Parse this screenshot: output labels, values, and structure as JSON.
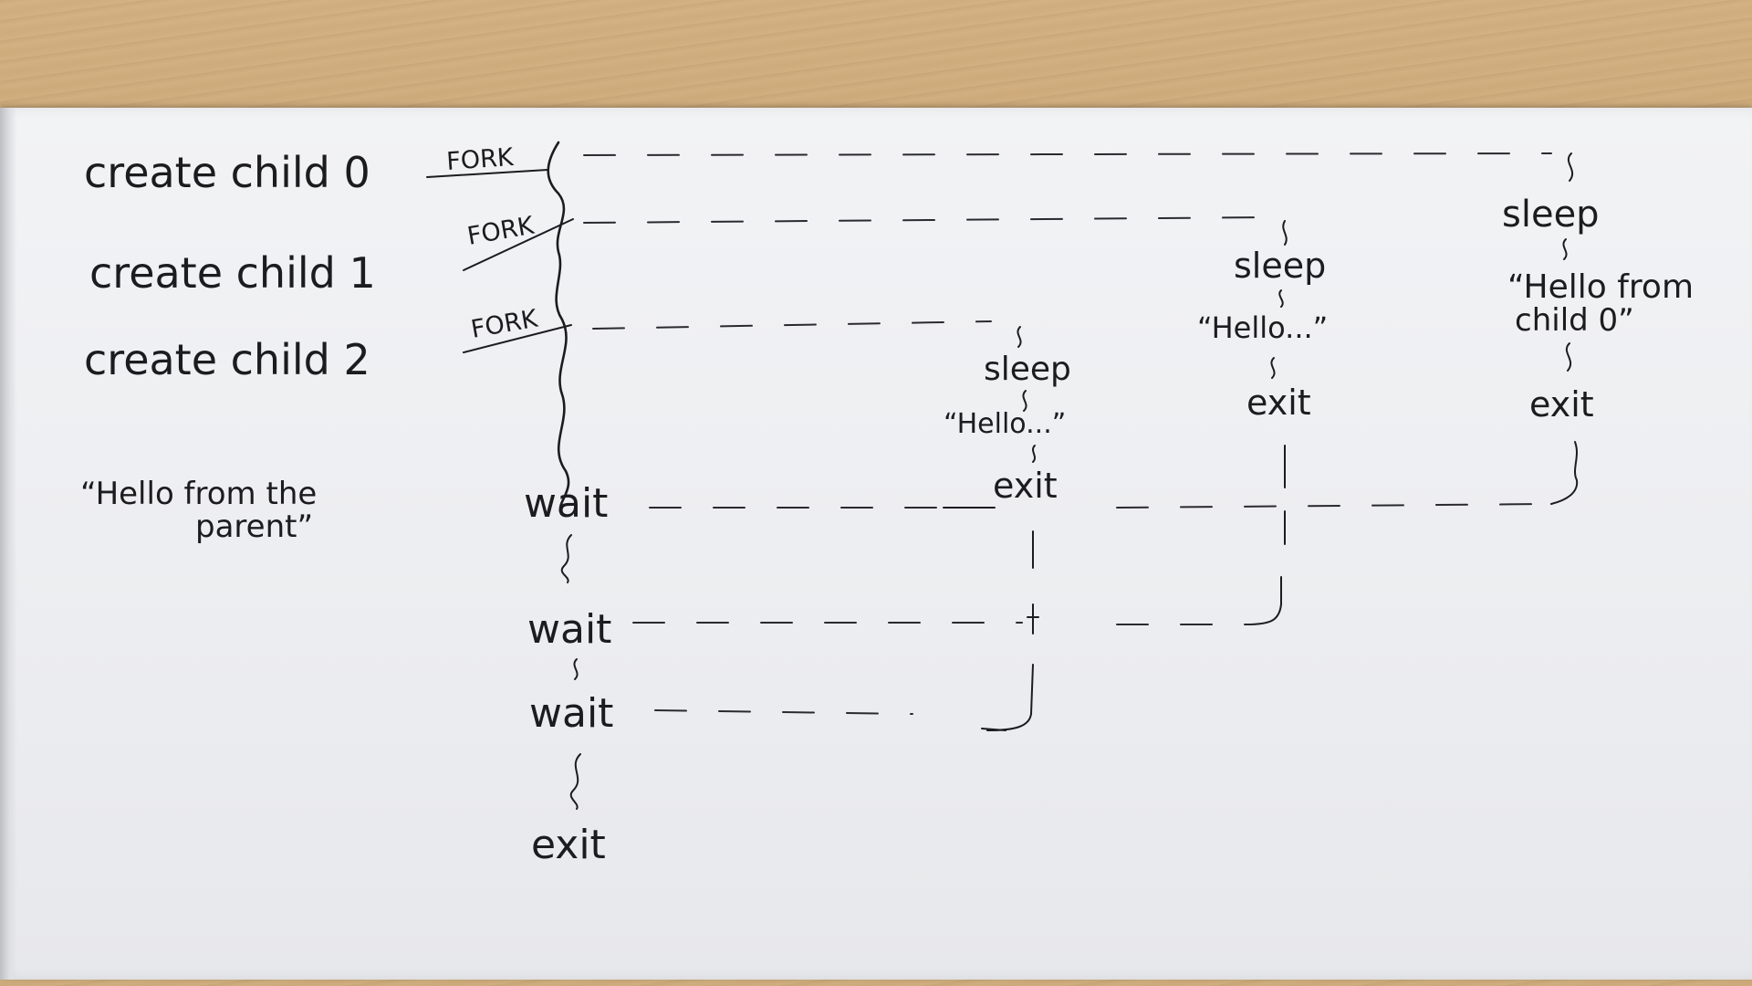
{
  "parent": {
    "steps": [
      {
        "label": "create child 0",
        "fork": "FORK"
      },
      {
        "label": "create child 1",
        "fork": "FORK"
      },
      {
        "label": "create child 2",
        "fork": "FORK"
      }
    ],
    "message_line1": "“Hello from the",
    "message_line2": "parent”",
    "waits": [
      "wait",
      "wait",
      "wait"
    ],
    "exit": "exit"
  },
  "children": [
    {
      "sleep": "sleep",
      "message": "“Hello...”",
      "exit": "exit"
    },
    {
      "sleep": "sleep",
      "message": "“Hello...”",
      "exit": "exit"
    },
    {
      "sleep": "sleep",
      "message_line1": "“Hello from",
      "message_line2": "child 0”",
      "exit": "exit"
    }
  ],
  "colors": {
    "ink": "#1c1c1f",
    "paper": "#eceef1",
    "desk": "#c9a877"
  }
}
